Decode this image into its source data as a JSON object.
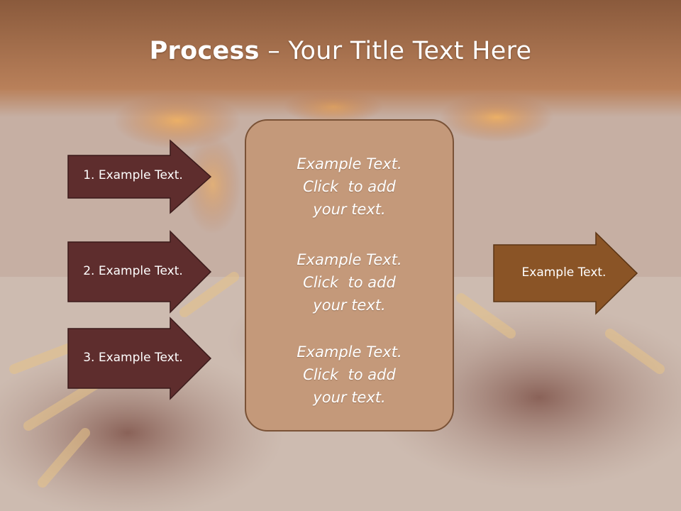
{
  "slide": {
    "title_bold": "Process",
    "title_sep": " – ",
    "title_rest": "Your Title Text Here"
  },
  "steps": [
    {
      "label": "1. Example Text."
    },
    {
      "label": "2. Example Text."
    },
    {
      "label": "3. Example Text."
    }
  ],
  "center_box": {
    "blocks": [
      {
        "line1": "Example Text.",
        "line2": "Click  to add",
        "line3": "your text."
      },
      {
        "line1": "Example Text.",
        "line2": "Click  to add",
        "line3": "your text."
      },
      {
        "line1": "Example Text.",
        "line2": "Click  to add",
        "line3": "your text."
      }
    ]
  },
  "output_arrow": {
    "label": "Example Text."
  },
  "colors": {
    "step_arrow_fill": "#5e2d2d",
    "output_arrow_fill": "#8a5426",
    "center_box_fill": "#c4997a",
    "header_band": "#a9704a"
  }
}
